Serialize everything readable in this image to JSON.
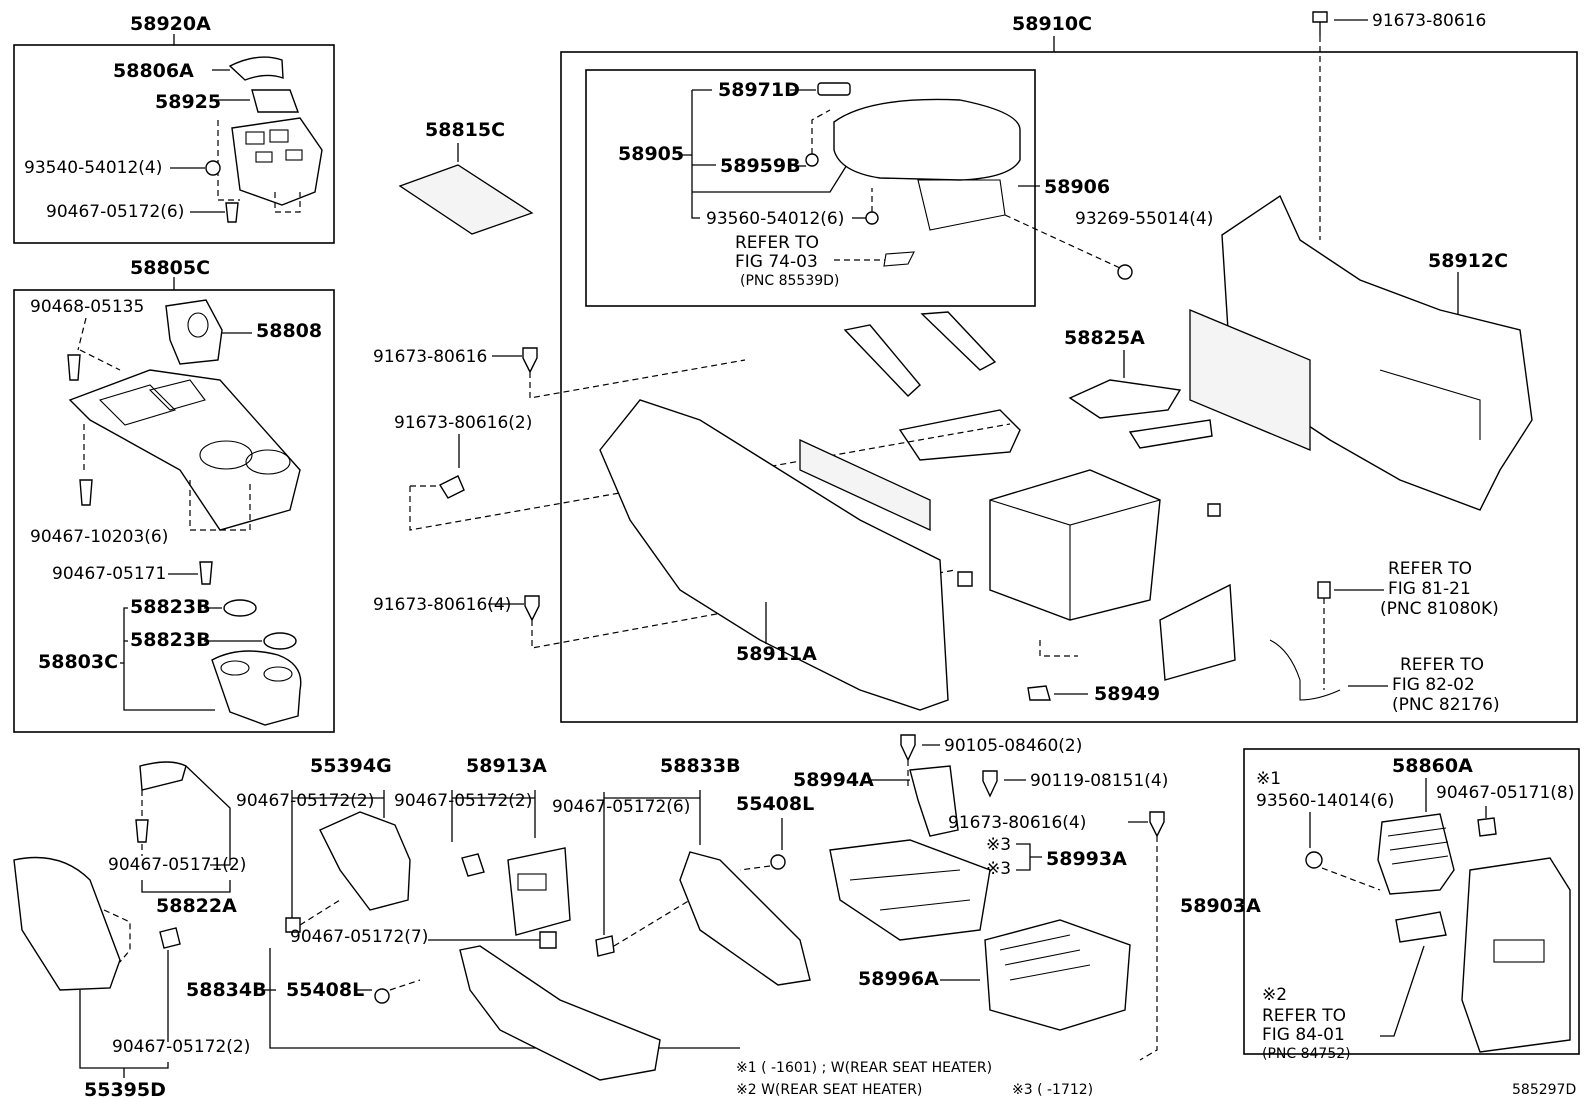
{
  "diagram_code": "585297D",
  "footnotes": {
    "note1": "※1 (    -1601) ; W(REAR SEAT HEATER)",
    "note2": "※2  W(REAR SEAT HEATER)",
    "note3": "※3 (    -1712)"
  },
  "labels": {
    "p58920A": "58920A",
    "p58806A": "58806A",
    "p58925": "58925",
    "p93540": "93540-54012(4)",
    "p90467_05172_6a": "90467-05172(6)",
    "p58805C": "58805C",
    "p90468": "90468-05135",
    "p58808": "58808",
    "p90467_10203": "90467-10203(6)",
    "p90467_05171a": "90467-05171",
    "p58823B_1": "58823B",
    "p58823B_2": "58823B",
    "p58803C": "58803C",
    "p58815C": "58815C",
    "p58910C": "58910C",
    "p91673_top": "91673-80616",
    "p58971D": "58971D",
    "p58905": "58905",
    "p58959B": "58959B",
    "p58906": "58906",
    "p93560_54012": "93560-54012(6)",
    "refer74_1": "REFER TO",
    "refer74_2": "FIG 74-03",
    "refer74_3": "(PNC 85539D)",
    "p93269": "93269-55014(4)",
    "p58912C": "58912C",
    "p91673_a": "91673-80616",
    "p58825A": "58825A",
    "p91673_2": "91673-80616(2)",
    "p91673_4a": "91673-80616(4)",
    "p58911A": "58911A",
    "refer81_1": "REFER TO",
    "refer81_2": "FIG 81-21",
    "refer81_3": "(PNC 81080K)",
    "refer82_1": "REFER TO",
    "refer82_2": "FIG 82-02",
    "refer82_3": "(PNC 82176)",
    "p58949": "58949",
    "p90105": "90105-08460(2)",
    "p90119": "90119-08151(4)",
    "p58994A": "58994A",
    "p91673_4b": "91673-80616(4)",
    "mark3a": "※3",
    "mark3b": "※3",
    "p58993A": "58993A",
    "p58996A": "58996A",
    "p58903A": "58903A",
    "p55394G": "55394G",
    "p90467_05172_2a": "90467-05172(2)",
    "p58913A": "58913A",
    "p90467_05172_2b": "90467-05172(2)",
    "p58833B": "58833B",
    "p90467_05172_6b": "90467-05172(6)",
    "p55408L_a": "55408L",
    "p90467_05171_2": "90467-05171(2)",
    "p58822A": "58822A",
    "p90467_05172_7": "90467-05172(7)",
    "p58834B": "58834B",
    "p55408L_b": "55408L",
    "p90467_05172_2c": "90467-05172(2)",
    "p55395D": "55395D",
    "mark1": "※1",
    "p93560_14014": "93560-14014(6)",
    "p58860A": "58860A",
    "p90467_05171_8": "90467-05171(8)",
    "mark2": "※2",
    "refer84_1": "REFER TO",
    "refer84_2": "FIG 84-01",
    "refer84_3": "(PNC 84752)"
  }
}
